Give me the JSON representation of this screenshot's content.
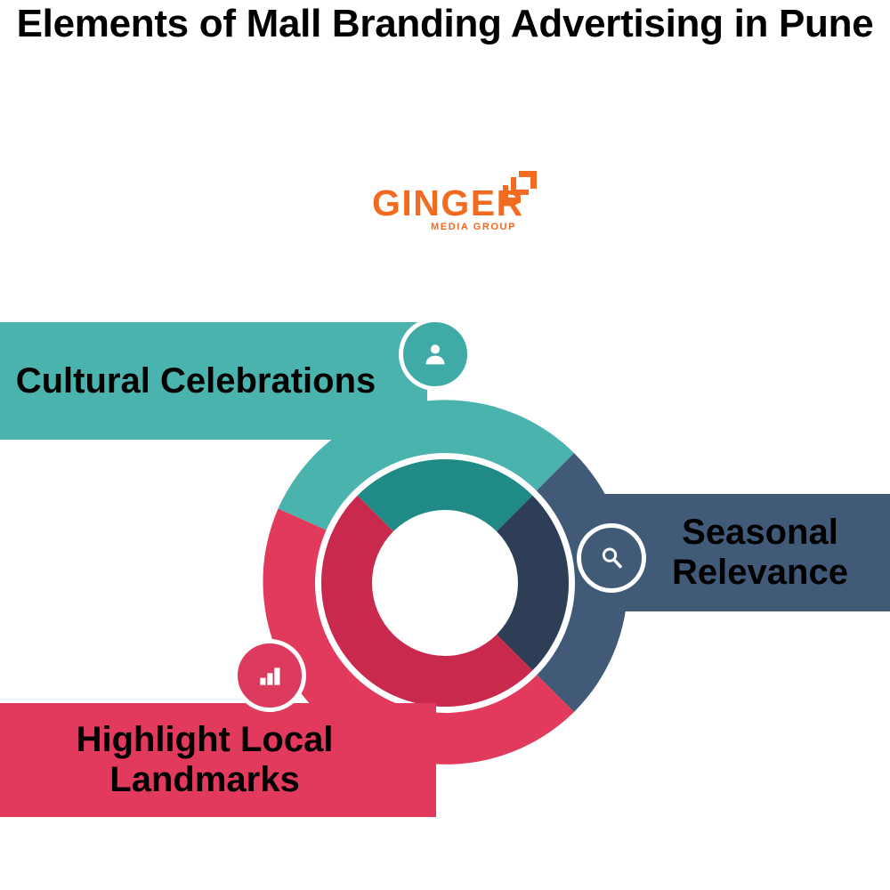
{
  "title": "Elements of Mall Branding Advertising in Pune",
  "logo": {
    "wordmark": "GINGER",
    "subtext": "MEDIA GROUP",
    "mark_name": "ginger-logo-mark",
    "color": "#F26B21"
  },
  "palette": {
    "teal": "#4BB3AE",
    "teal_dark": "#1F8A86",
    "navy": "#415A78",
    "navy_dark": "#2D3E56",
    "crimson": "#E23A5C",
    "crimson_dark": "#C9294D",
    "white": "#FFFFFF",
    "text": "#000000"
  },
  "items": [
    {
      "id": "cultural-celebrations",
      "label": "Cultural Celebrations",
      "icon": "person-icon",
      "color": "#4BB3AE",
      "inner_color": "#1F8A86"
    },
    {
      "id": "seasonal-relevance",
      "label": "Seasonal Relevance",
      "icon": "search-icon",
      "color": "#415A78",
      "inner_color": "#2D3E56"
    },
    {
      "id": "highlight-local-landmarks",
      "label": "Highlight Local Landmarks",
      "icon": "bar-chart-icon",
      "color": "#E23A5C",
      "inner_color": "#C9294D"
    }
  ],
  "chart_data": {
    "type": "pie",
    "title": "Elements of Mall Branding Advertising in Pune",
    "variant": "double-ring-donut",
    "categories": [
      "Cultural Celebrations",
      "Seasonal Relevance",
      "Highlight Local Landmarks"
    ],
    "values": [
      33.3,
      33.3,
      33.3
    ],
    "colors": [
      "#4BB3AE",
      "#415A78",
      "#E23A5C"
    ],
    "inner_colors": [
      "#1F8A86",
      "#2D3E56",
      "#C9294D"
    ],
    "legend_position": "outside-callouts",
    "grid": false
  }
}
